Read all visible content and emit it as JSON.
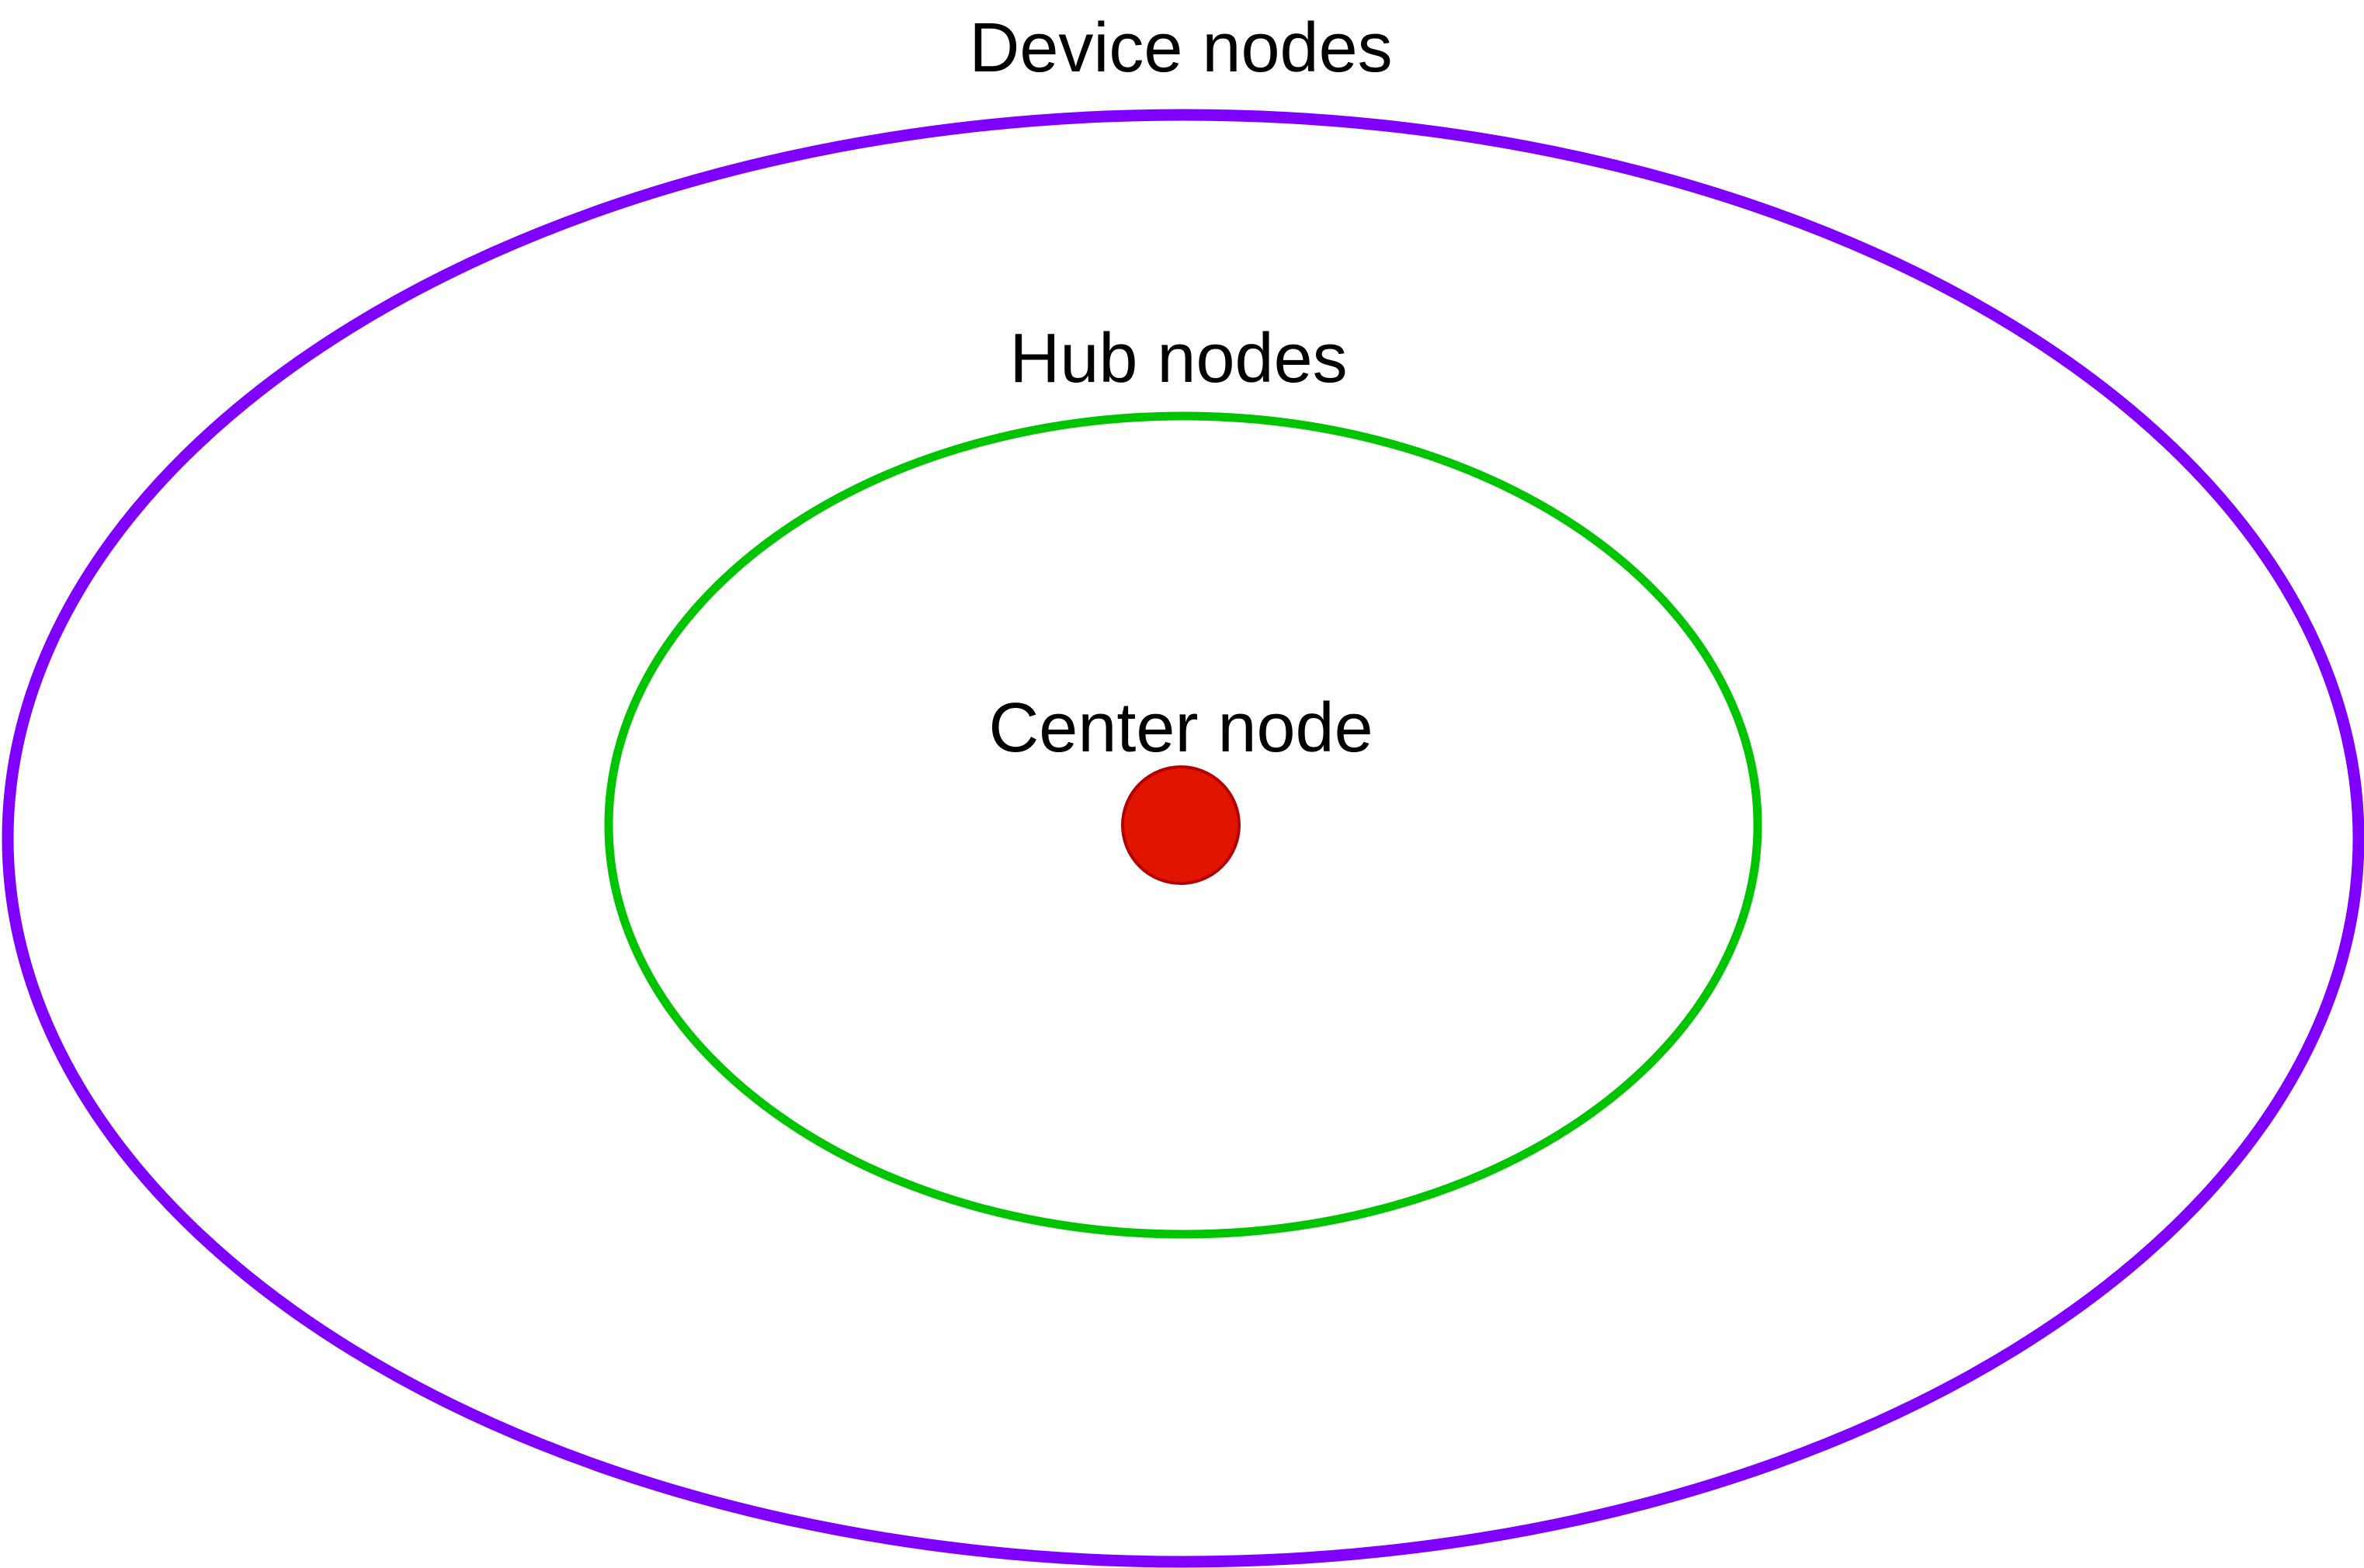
{
  "diagram": {
    "labels": {
      "device": "Device nodes",
      "hub": "Hub nodes",
      "center": "Center node"
    },
    "colors": {
      "device_ring": "#7f00ff",
      "hub_ring": "#00c400",
      "center_fill": "#e11400",
      "center_stroke": "#b30000",
      "text": "#000000",
      "background": "#ffffff"
    }
  }
}
